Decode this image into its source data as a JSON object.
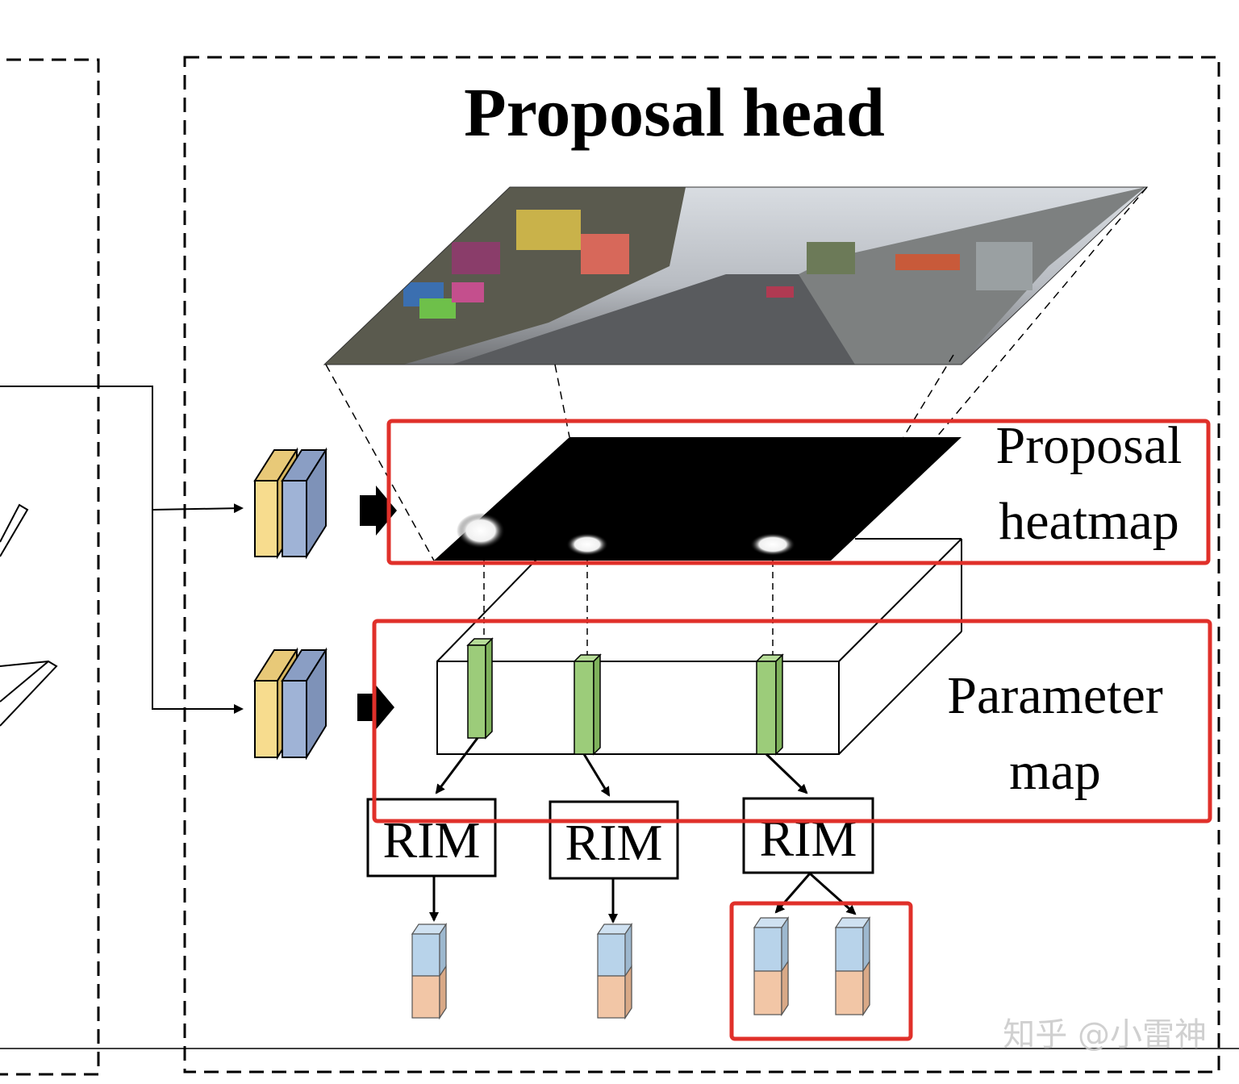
{
  "diagram": {
    "title": "Proposal head",
    "labels": {
      "heatmap_line1": "Proposal",
      "heatmap_line2": "heatmap",
      "param_line1": "Parameter",
      "param_line2": "map"
    },
    "rim_boxes": [
      "RIM",
      "RIM",
      "RIM"
    ],
    "watermark": "知乎 @小雷神"
  },
  "colors": {
    "highlight": "#e0302a",
    "conv_yellow": "#f7dc8e",
    "conv_blue": "#9fb3d6",
    "param_green": "#9ccc7a",
    "out_blue": "#b8d3ea",
    "out_peach": "#f2c6a6"
  },
  "icons": {
    "street_image": "street-scene-photo",
    "heatmap": "black-heatmap-plane"
  }
}
